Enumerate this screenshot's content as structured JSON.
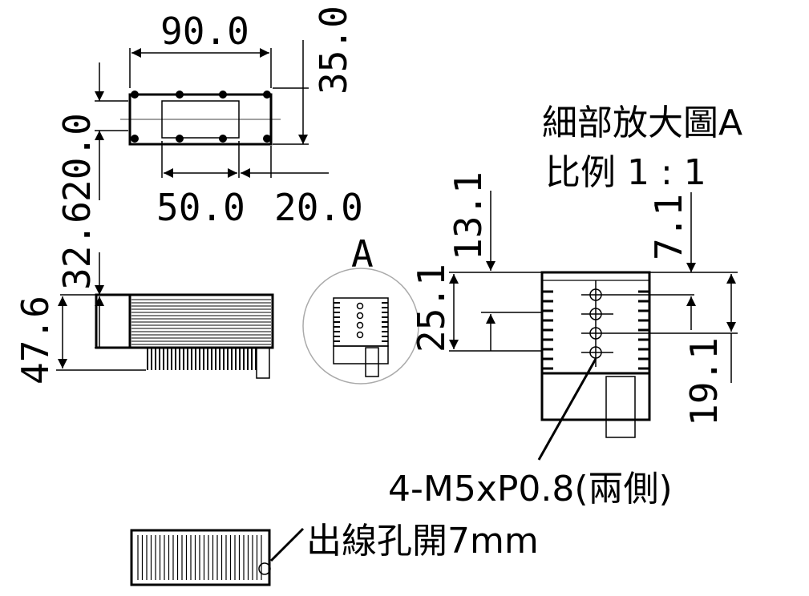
{
  "top_view": {
    "dim_width": "90.0",
    "dim_height_right": "35.0",
    "dim_height_left": "20.0",
    "dim_inner_width": "50.0",
    "dim_offset": "20.0"
  },
  "side_view": {
    "dim_base": "32.6",
    "dim_total": "47.6"
  },
  "detail_circle": {
    "label": "A"
  },
  "detail_view": {
    "title": "細部放大圖A",
    "scale": "比例 1 : 1",
    "dim_13_1": "13.1",
    "dim_25_1": "25.1",
    "dim_7_1": "7.1",
    "dim_19_1": "19.1",
    "thread_note": "4-M5xP0.8(兩側)"
  },
  "bottom_view": {
    "note": "出線孔開7mm"
  }
}
